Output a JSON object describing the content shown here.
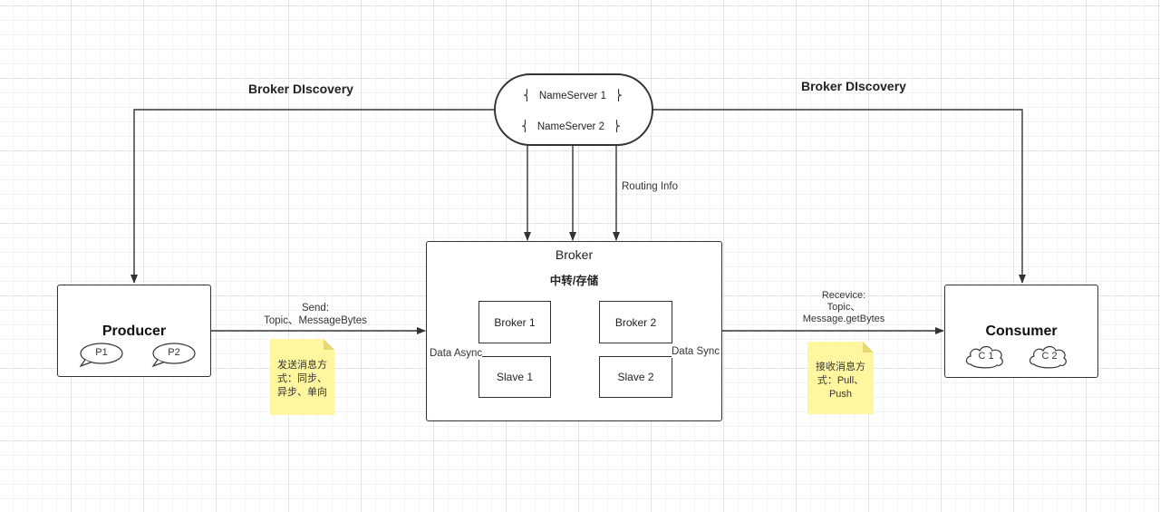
{
  "nameserver": {
    "server1": "NameServer 1",
    "server2": "NameServer 2"
  },
  "edges": {
    "discovery_left": "Broker DIscovery",
    "discovery_right": "Broker DIscovery",
    "routing": "Routing Info",
    "send_line1": "Send:",
    "send_line2": "Topic、MessageBytes",
    "recv_line1": "Recevice:",
    "recv_line2": "Topic、",
    "recv_line3": "Message.getBytes"
  },
  "producer": {
    "title": "Producer",
    "p1": "P1",
    "p2": "P2"
  },
  "consumer": {
    "title": "Consumer",
    "c1": "C 1",
    "c2": "C 2"
  },
  "broker": {
    "title": "Broker",
    "subtitle": "中转/存储",
    "broker1": "Broker 1",
    "broker2": "Broker 2",
    "slave1": "Slave 1",
    "slave2": "Slave 2",
    "data_async": "Data Async",
    "data_sync": "Data Sync"
  },
  "notes": {
    "send_note": [
      "发送消息方",
      "式：同步、",
      "异步、单向"
    ],
    "recv_note": [
      "接收消息方",
      "式：Pull、",
      "Push"
    ]
  },
  "colors": {
    "note_fill": "#fff7a0",
    "line": "#333333",
    "grid": "#e4e4e4"
  }
}
